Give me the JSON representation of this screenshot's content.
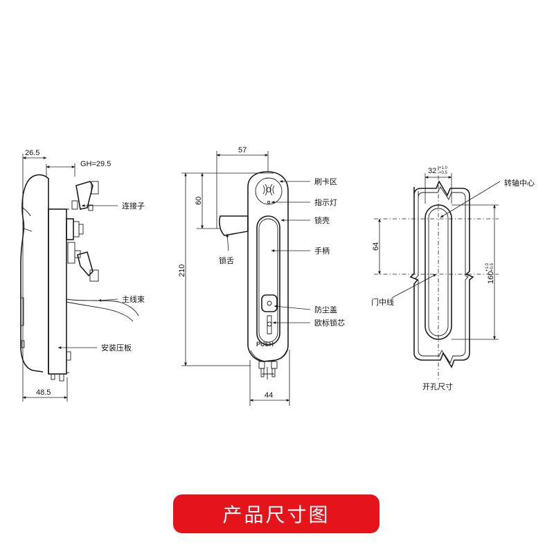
{
  "colors": {
    "banner_bg": "#e5141b",
    "banner_text": "#ffffff",
    "line": "#1a1a1a"
  },
  "side_view": {
    "dim_top_left": "26.5",
    "dim_gh": "GH=29.5",
    "dim_bottom": "48.5",
    "label_connector": "连接子",
    "label_main_cable": "主线束",
    "label_mount_plate": "安装压板"
  },
  "front_view": {
    "dim_width_top": "57",
    "dim_height_60": "60",
    "dim_height_210": "210",
    "dim_bottom_44": "44",
    "label_card_area": "刷卡区",
    "label_indicator": "指示灯",
    "label_lock_shell": "锁壳",
    "label_handle": "手柄",
    "label_latch": "锁舌",
    "label_dust_cover": "防尘盖",
    "label_euro_cylinder": "欧标锁芯",
    "push_text": "PUSH"
  },
  "cutout_view": {
    "dim_32": "32",
    "tol_32_upper": "+1.0",
    "tol_32_lower": "+0.5",
    "dim_64": "64",
    "dim_160": "160",
    "tol_160_upper": "+1.0",
    "tol_160_lower": "+0.5",
    "label_pivot_center": "转轴中心",
    "label_door_centerline": "门中线",
    "caption": "开孔尺寸"
  },
  "banner": {
    "title": "产品尺寸图"
  }
}
